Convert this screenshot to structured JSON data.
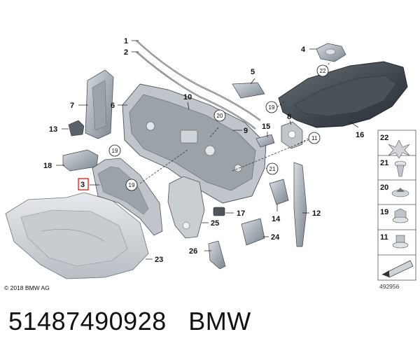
{
  "copyright": "© 2018 BMW AG",
  "diagram_number": "492956",
  "caption": "51487490928   BMW",
  "highlighted_part": "3",
  "callouts": [
    {
      "label": "1"
    },
    {
      "label": "2"
    },
    {
      "label": "4"
    },
    {
      "label": "5"
    },
    {
      "label": "6"
    },
    {
      "label": "7"
    },
    {
      "label": "8"
    },
    {
      "label": "9"
    },
    {
      "label": "10"
    },
    {
      "label": "12"
    },
    {
      "label": "13"
    },
    {
      "label": "14"
    },
    {
      "label": "15"
    },
    {
      "label": "16"
    },
    {
      "label": "17"
    },
    {
      "label": "18"
    },
    {
      "label": "23"
    },
    {
      "label": "24"
    },
    {
      "label": "25"
    },
    {
      "label": "26"
    }
  ],
  "circled_refs": [
    "22",
    "19",
    "20",
    "11",
    "21",
    "19",
    "19"
  ],
  "legend": [
    {
      "label": "22",
      "icon": "push-rivet-icon"
    },
    {
      "label": "21",
      "icon": "expanding-clip-icon"
    },
    {
      "label": "20",
      "icon": "spring-nut-icon"
    },
    {
      "label": "19",
      "icon": "hex-nut-icon"
    },
    {
      "label": "11",
      "icon": "collar-nut-icon"
    }
  ]
}
